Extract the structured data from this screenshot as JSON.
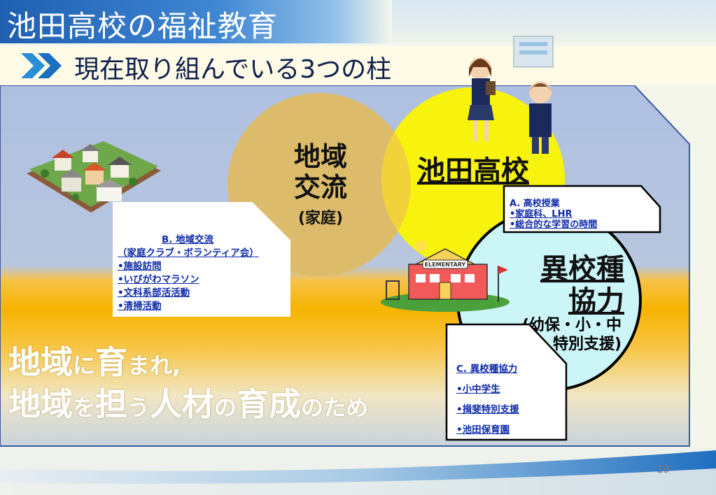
{
  "slide": {
    "title": "池田高校の福祉教育",
    "subtitle": "現在取り組んでいる3つの柱",
    "page_number": "19"
  },
  "circles": {
    "community": {
      "title_line1": "地域",
      "title_line2": "交流",
      "sub": "(家庭)"
    },
    "school": {
      "title": "池田高校"
    },
    "interschool": {
      "title_line1": "異校種",
      "title_line2": "協力",
      "sub_line1": "(幼保・小・中",
      "sub_line2": "特別支援)"
    }
  },
  "callouts": {
    "a": {
      "head": "A. 高校授業",
      "items": [
        "•家庭科、LHR",
        "•総合的な学習の時間"
      ]
    },
    "b": {
      "head": "B. 地域交流",
      "sub": "（家庭クラブ・ボランティア会）",
      "items": [
        "•施設訪問",
        "•いびがわマラソン",
        "•文科系部活活動",
        "•清掃活動"
      ]
    },
    "c": {
      "head": "C. 異校種協力",
      "items": [
        "•小中学生",
        "•揖斐特別支援",
        "•池田保育園"
      ]
    }
  },
  "slogan": {
    "l1_a": "地域",
    "l1_b": "に",
    "l1_c": "育",
    "l1_d": "まれ,",
    "l2_a": "地域",
    "l2_b": "を",
    "l2_c": "担",
    "l2_d": "う",
    "l2_e": "人材",
    "l2_f": "の",
    "l2_g": "育成",
    "l2_h": "のため"
  },
  "illustrations": {
    "houses": "houses-illustration",
    "students": "students-illustration",
    "building": "school-building-icon",
    "elementary": "elementary-school-illustration",
    "elementary_sign": "ELEMENTARY"
  },
  "colors": {
    "title_blue": "#1f5fb0",
    "community_circle": "#dcbc6a",
    "school_circle": "#fbf500",
    "interschool_circle": "#ccf5f7",
    "callout_text": "#0c2aa8",
    "band_orange": "#f7b400"
  }
}
